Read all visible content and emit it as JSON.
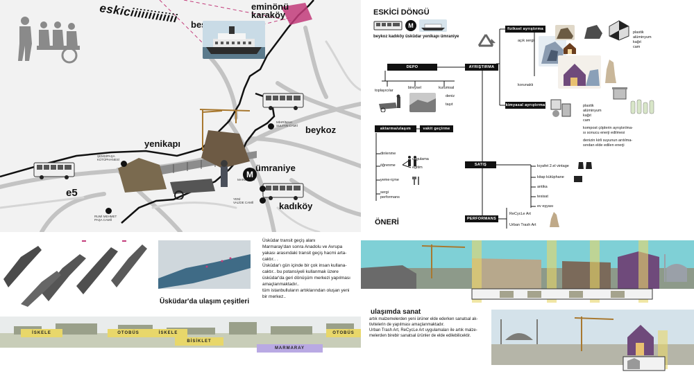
{
  "map": {
    "eskici": "eskiciiiiiiiiiiiii",
    "districts": {
      "besiktas": "beşiktaş",
      "eminonu": "eminönü",
      "karakoy": "karaköy",
      "yenikapi": "yenikapı",
      "beykoz": "beykoz",
      "umraniye": "ümraniye",
      "kadikoy": "kadıköy",
      "e5": "e5"
    },
    "pois": {
      "mihrimah": "MİHRİMAH\nSULTAN CAMİİ",
      "semsipasa": "ŞEMSİPAŞA\nKÜTÜPHANESİ",
      "marmaray": "MARMARAY",
      "yenivalide": "YENİ\nVALİDE CAMİİ",
      "rumimehmet": "RUMİ MEHMET\nPAŞA CAMİİ"
    },
    "metro_symbol": "M"
  },
  "flow": {
    "title": "ESKİCİ DÖNGÜ",
    "subtitle": "beykoz kadıköy üsküdar yenikapı ümraniye",
    "boxes": {
      "depo": "DEPO",
      "ayristirma": "AYRIŞTIRMA",
      "fiziksel": "fiziksel ayrıştırma",
      "kimyasal": "kimyasal ayrıştırma",
      "aktarma": "aktarma/ulaşım",
      "vakit": "vakit geçirme",
      "satis": "SATIŞ",
      "performans": "PERFORMANS"
    },
    "depo_items": [
      "toplayıcılar",
      "bireysel",
      "kurumsal",
      "deniz",
      "taşıt"
    ],
    "fiziksel_items": [
      "açık sergi",
      "korunaklı"
    ],
    "fiziksel_materials": [
      "plastik",
      "alüminyum",
      "kağıt",
      "cam"
    ],
    "kimyasal_materials": [
      "plastik",
      "alüminyum",
      "kağıt",
      "cam"
    ],
    "kimyasal_notes": [
      "kompost çöplerin ayrıştırılma-",
      "sı sonucu enerji edilmesi",
      "denizin kirli suyunun arıtılma-",
      "sından elde edilen enerji"
    ],
    "vakit_items": [
      "dinlenme",
      "öğrenme",
      "uygulama",
      "eğitim",
      "yeme-içme",
      "sergi",
      "performans"
    ],
    "satis_items": [
      "kıyafet 2.el vintage",
      "kitap kütüphane",
      "antika",
      "tesisat",
      "ev eşyası"
    ],
    "performans_items": [
      "ReCycLe Art",
      "Urban Trash Art"
    ]
  },
  "transit": {
    "title": "Üsküdar transit geçiş alanı",
    "body": [
      "Marmaray'dan sonra Anadolu ve Avrupa",
      "yakası arasındaki transit geçiş hacmi arta-",
      "caktır.. .",
      "Üsküdar'ı gün içinde bir çok insan kullana-",
      "caktır.. bu potansiyeli kullanmak üzere",
      "üsküdar'da geri dönüşüm merkezi yapılması",
      "amaçlanmaktadır..",
      "tüm istanbulluların artıklarından oluşan yeni",
      "bir merkez.."
    ],
    "ulasim_title": "Üsküdar'da ulaşım çeşitleri",
    "modes": [
      "İSKELE",
      "OTOBÜS",
      "İSKELE",
      "BİSİKLET",
      "MARMARAY",
      "OTOBÜS"
    ]
  },
  "oneri": {
    "title": "ÖNERİ",
    "sanat_title": "ulaşımda sanat",
    "sanat_body": [
      "artık malzemelerden yeni ürüner elde ederken sanatsal ak-",
      "tivitelerin de yapılması amaçlanmaktadır.",
      "Urban Trash Art, ReCycLe Art uygulamaları ile artık malze-",
      "melerden birebir sanatsal ürünler de elde edilebilicektir."
    ]
  },
  "colors": {
    "coast": "#111111",
    "road": "#b9b9b9",
    "accent_pink": "#c23b7a",
    "strip_yellow": "#e8d76a",
    "strip_lavender": "#b9a9e3",
    "sky": "#7fd0d6"
  }
}
